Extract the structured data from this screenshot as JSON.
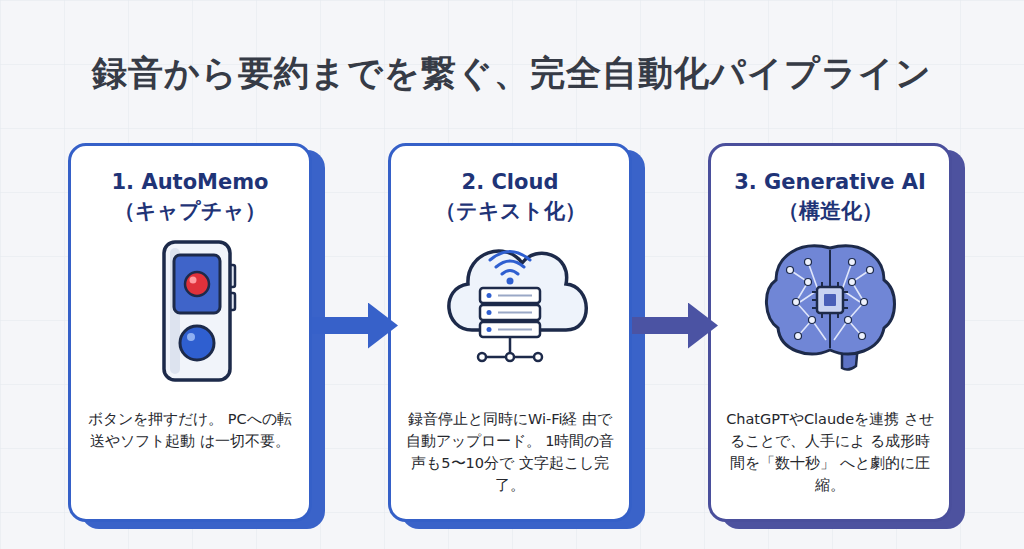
{
  "diagram": {
    "title": "録音から要約までを繋ぐ、完全自動化パイプライン",
    "nodes": [
      {
        "text": [
          "1. AutoMemo （キャプチャ）",
          "ボタンを押すだけ。 PCへの転送やソフト起動 は一切不要。"
        ]
      },
      {
        "text": [
          "2. Cloud （テキスト化）",
          "録音停止と同時にWi-Fi経 由で自動アップロード。 1時間の音声も5〜10分で 文字起こし完了。"
        ]
      },
      {
        "text": [
          "3. Generative AI （構造化）",
          "ChatGPTやClaudeを連携 させることで、人手によ る成形時間を「数十秒」 へと劇的に圧縮。"
        ]
      }
    ],
    "edges": [
      {
        "from": 0,
        "to": 1,
        "arrow": "to"
      },
      {
        "from": 1,
        "to": 2,
        "arrow": "to"
      }
    ]
  }
}
